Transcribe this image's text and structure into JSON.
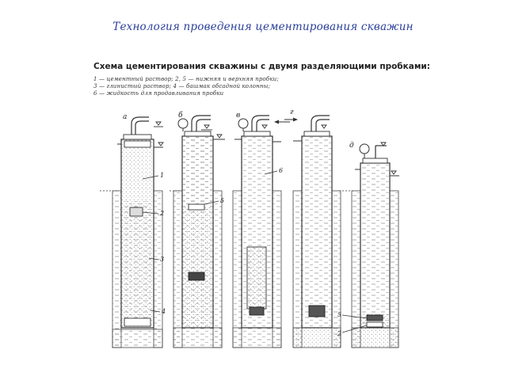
{
  "slide": {
    "title": "Технология проведения цементирования скважин"
  },
  "diagram": {
    "heading": "Схема цементирования скважины с двумя разделяющими пробками:",
    "legend": [
      "1 — цементный раствор; 2, 5 — нижняя и верхняя пробки;",
      "3 — глинистый раствор; 4 — башмак обсадной колонны;",
      "6 — жидкость для продавливания пробки"
    ],
    "stage_labels": [
      "а",
      "б",
      "в",
      "г",
      "д"
    ],
    "callouts": {
      "a": [
        "1",
        "2",
        "3",
        "4"
      ],
      "b": [
        "5"
      ],
      "c": [
        "6"
      ],
      "e": [
        "5",
        "2"
      ]
    }
  }
}
